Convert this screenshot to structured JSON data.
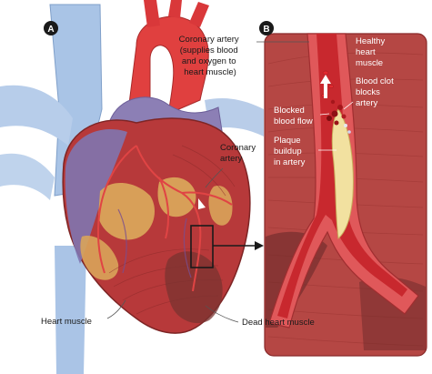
{
  "panels": {
    "a": {
      "badge": "A"
    },
    "b": {
      "badge": "B"
    }
  },
  "labels": {
    "coronary_artery_main": [
      "Coronary artery",
      "(supplies blood",
      "and oxygen to",
      "heart muscle)"
    ],
    "coronary_artery": [
      "Coronary",
      "artery"
    ],
    "heart_muscle": "Heart muscle",
    "dead_heart_muscle": "Dead heart muscle",
    "healthy_heart_muscle": [
      "Healthy",
      "heart",
      "muscle"
    ],
    "blood_clot": [
      "Blood clot",
      "blocks",
      "artery"
    ],
    "blocked_blood_flow": [
      "Blocked",
      "blood flow"
    ],
    "plaque_buildup": [
      "Plaque",
      "buildup",
      "in artery"
    ]
  },
  "colors": {
    "heart_muscle": "#b33a3a",
    "vein_blue": "#8fb3d9",
    "artery_red": "#d8343a",
    "plaque": "#f2e1a0",
    "dead_muscle": "#7a3330",
    "fat": "#d9a45a"
  }
}
